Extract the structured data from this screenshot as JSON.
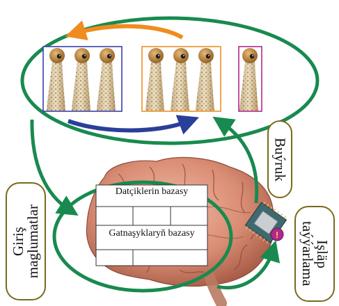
{
  "labels": {
    "input_label_line1": "Giriş",
    "input_label_line2": "maglumatlar",
    "command_label": "Buýruk",
    "prep_label_line1": "Işläp",
    "prep_label_line2": "taýýarlama",
    "sensor_db_title": "Datçiklerin bazasy",
    "relations_db_title": "Gatnaşyklaryň bazasy"
  },
  "colors": {
    "cycle_green": "#198a4f",
    "arrow_orange": "#f08c1e",
    "arrow_blue": "#2a3f9a",
    "group1_border": "#3b3fa8",
    "group2_border": "#ef8f22",
    "group3_border": "#b0288c",
    "label_border": "#7a6a1a"
  },
  "icons": {
    "brain": "brain-illustration",
    "chip": "processor-chip-icon",
    "alert": "exclamation-badge-icon",
    "stalk": "segmented-stalk-eye-image"
  }
}
